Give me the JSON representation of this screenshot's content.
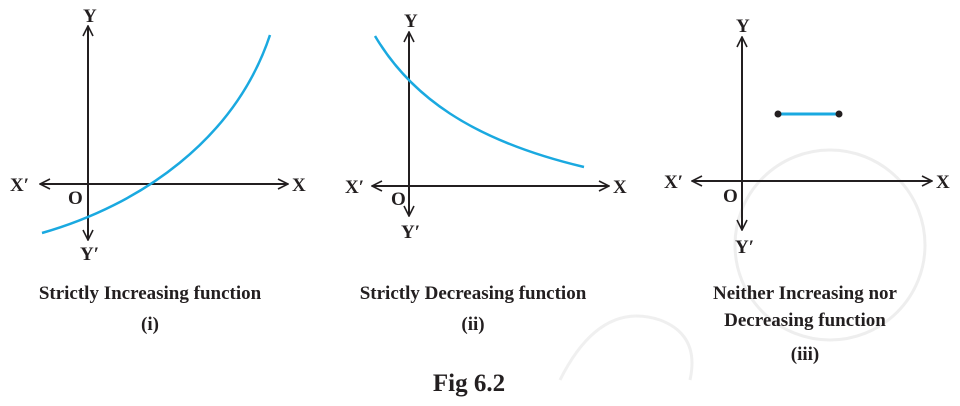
{
  "panels": [
    {
      "caption_lines": [
        "Strictly Increasing function"
      ],
      "numeral": "(i)",
      "labels": {
        "y": "Y",
        "y_neg": "Y′",
        "x": "X",
        "x_neg": "X′",
        "origin": "O"
      }
    },
    {
      "caption_lines": [
        "Strictly Decreasing function"
      ],
      "numeral": "(ii)",
      "labels": {
        "y": "Y",
        "y_neg": "Y′",
        "x": "X",
        "x_neg": "X′",
        "origin": "O"
      }
    },
    {
      "caption_lines": [
        "Neither Increasing nor",
        "Decreasing function"
      ],
      "numeral": "(iii)",
      "labels": {
        "y": "Y",
        "y_neg": "Y′",
        "x": "X",
        "x_neg": "X′",
        "origin": "O"
      }
    }
  ],
  "figure_title": "Fig 6.2",
  "colors": {
    "axis": "#231f20",
    "curve": "#1aa9e0",
    "text": "#231f20"
  }
}
